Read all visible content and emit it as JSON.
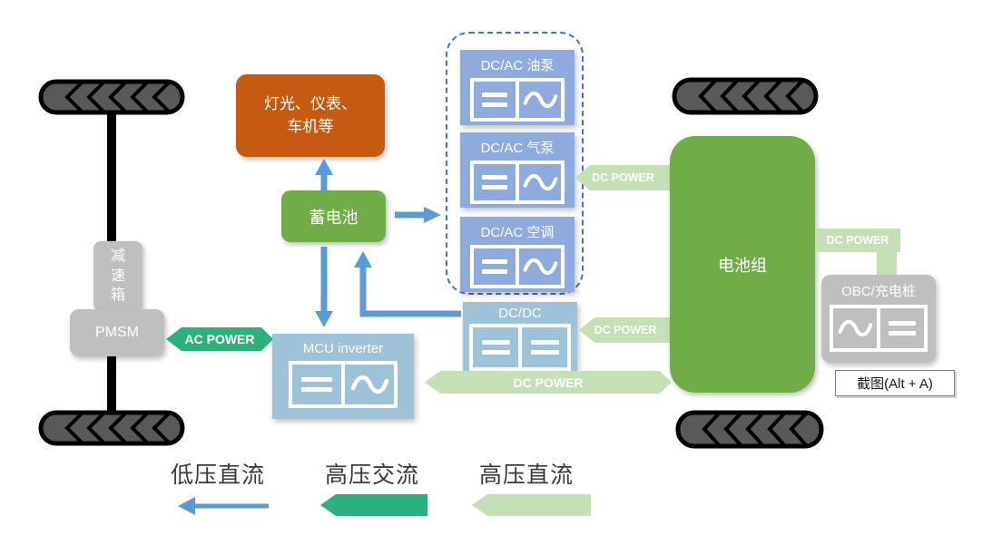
{
  "title": "EV powertrain energy flow diagram",
  "drivetrain": {
    "gearbox": "减速箱",
    "motor": "PMSM"
  },
  "lights_box": "灯光、仪表、\n车机等",
  "aux_battery": "蓄电池",
  "dcac_group": {
    "items": [
      {
        "label": "DC/AC 油泵"
      },
      {
        "label": "DC/AC 气泵"
      },
      {
        "label": "DC/AC 空调"
      }
    ]
  },
  "mcu": "MCU inverter",
  "dcdc": "DC/DC",
  "battery_pack": "电池组",
  "obc": "OBC/充电桩",
  "power_labels": {
    "ac_power": "AC POWER",
    "dc_power_to_dcac": "DC POWER",
    "dc_power_to_dcdc": "DC POWER",
    "dc_power_to_mcu": "DC POWER",
    "dc_power_to_obc": "DC POWER"
  },
  "legend": [
    {
      "label": "低压直流",
      "color": "#5B9BD5",
      "style": "thin-line-arrow"
    },
    {
      "label": "高压交流",
      "color": "#2BB27C",
      "style": "block-arrow"
    },
    {
      "label": "高压直流",
      "color": "#C5E0B4",
      "style": "block-arrow"
    }
  ],
  "tooltip": "截图(Alt + A)",
  "icons": {
    "dc": "equals-bars-icon",
    "ac": "sine-wave-icon",
    "wheel": "tire-chevron-icon"
  },
  "colors": {
    "dcac_box": "#8FAADC",
    "inverter_box": "#9EC3D9",
    "green_box": "#70AD47",
    "orange_box": "#C55A11",
    "gray_box": "#BFBFBF",
    "blue_arrow": "#5B9BD5",
    "ac_green": "#2BB27C",
    "dc_light_green": "#C5E0B4",
    "dashed_border": "#4472C4"
  }
}
